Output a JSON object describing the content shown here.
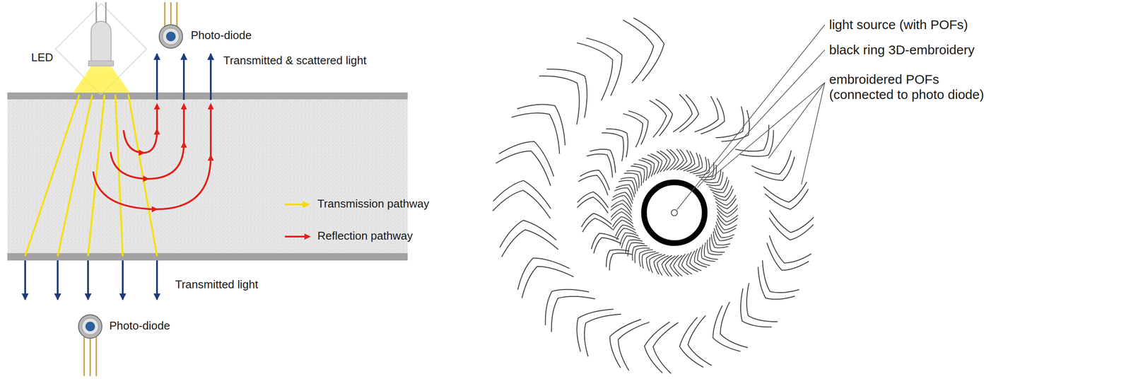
{
  "diagram": {
    "labels": [
      "LED",
      "Photo-diode",
      "Transmitted & scattered light",
      "Transmitted light",
      "Photo-diode",
      "light source (with POFs)",
      "black ring 3D-embroidery",
      "embroidered POFs (connected to photo diode)"
    ],
    "legend": [
      {
        "text": "Transmission pathway"
      },
      {
        "text": "Reflection pathway"
      }
    ]
  }
}
